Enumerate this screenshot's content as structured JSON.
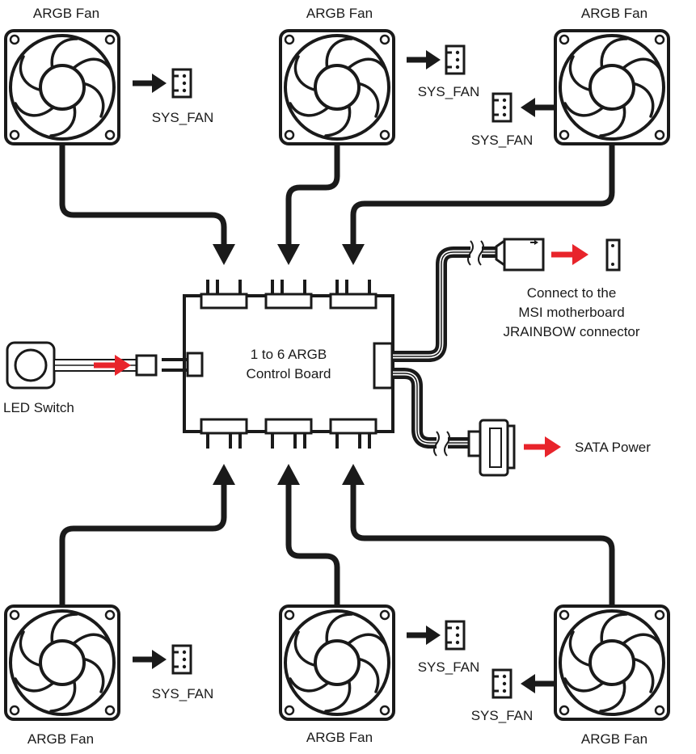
{
  "labels": {
    "fan_label": "ARGB Fan",
    "sys_fan": "SYS_FAN",
    "control_board_line1": "1 to 6 ARGB",
    "control_board_line2": "Control Board",
    "led_switch": "LED Switch",
    "jrainbow_line1": "Connect to the",
    "jrainbow_line2": "MSI motherboard",
    "jrainbow_line3": "JRAINBOW connector",
    "sata_power": "SATA Power"
  },
  "colors": {
    "stroke": "#1a1a1a",
    "arrow_red": "#e8242b",
    "background": "#ffffff"
  },
  "icons": [
    "fan-icon",
    "header-connector-icon",
    "arrow-icon"
  ]
}
